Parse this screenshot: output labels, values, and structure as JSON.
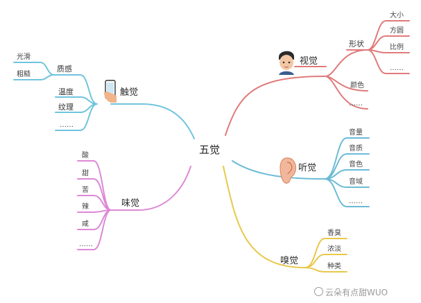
{
  "center": "五觉",
  "colors": {
    "vision": "#e07a7a",
    "hearing": "#6bbbd6",
    "smell": "#e8c84a",
    "taste": "#dd88d6",
    "touch": "#6fc4dd"
  },
  "vision": {
    "label": "视觉",
    "icon": "boy-face-icon",
    "shape": {
      "label": "形状",
      "items": [
        "大小",
        "方圆",
        "比例",
        "……"
      ]
    },
    "color_label": "颜色",
    "etc": "……"
  },
  "hearing": {
    "label": "听觉",
    "icon": "ear-icon",
    "items": [
      "音量",
      "音质",
      "音色",
      "音域",
      "……"
    ]
  },
  "smell": {
    "label": "嗅觉",
    "items": [
      "香臭",
      "浓淡",
      "种类"
    ]
  },
  "taste": {
    "label": "味觉",
    "items": [
      "酸",
      "甜",
      "苦",
      "辣",
      "咸",
      "……"
    ]
  },
  "touch": {
    "label": "触觉",
    "icon": "phone-hand-icon",
    "texture": {
      "label": "质感",
      "items": [
        "光滑",
        "粗糙"
      ]
    },
    "temperature": "温度",
    "pattern": "纹理",
    "etc": "……"
  },
  "watermark": "云朵有点甜WUO"
}
